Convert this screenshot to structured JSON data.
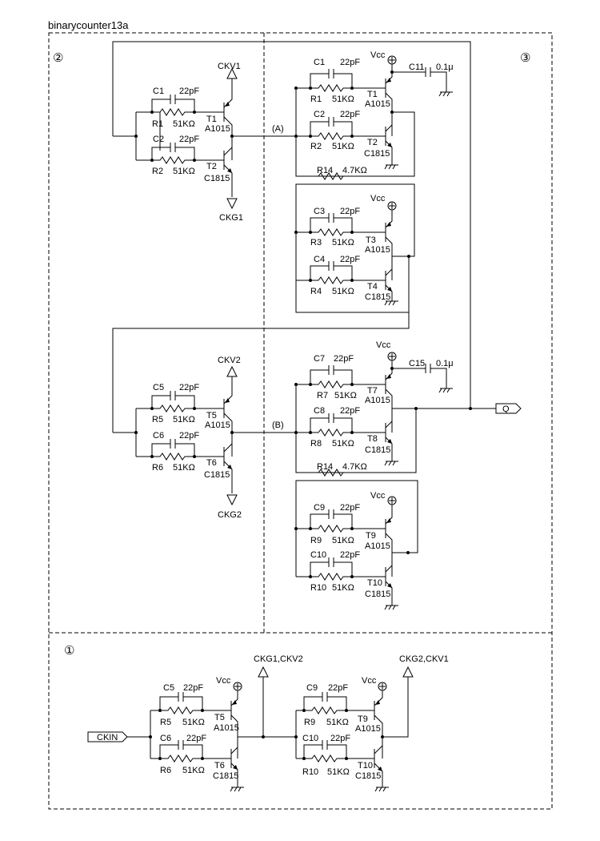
{
  "title": "binarycounter13a",
  "sections": {
    "s1": "①",
    "s2": "②",
    "s3": "③"
  },
  "nodes": {
    "a": "(A)",
    "b": "(B)"
  },
  "ports": {
    "ckv1": "CKV1",
    "ckg1": "CKG1",
    "ckv2": "CKV2",
    "ckg2": "CKG2",
    "ckin": "CKIN",
    "q": "Q_",
    "ckg1ckv2": "CKG1,CKV2",
    "ckg2ckv1": "CKG2,CKV1"
  },
  "vcc": "Vcc",
  "g2": {
    "c1": "C1",
    "c1v": "22pF",
    "r1": "R1",
    "r1v": "51KΩ",
    "c2": "C2",
    "c2v": "22pF",
    "r2": "R2",
    "r2v": "51KΩ",
    "t1": "T1",
    "t1p": "A1015",
    "t2": "T2",
    "t2p": "C1815",
    "c5": "C5",
    "c5v": "22pF",
    "r5": "R5",
    "r5v": "51KΩ",
    "c6": "C6",
    "c6v": "22pF",
    "r6": "R6",
    "r6v": "51KΩ",
    "t5": "T5",
    "t5p": "A1015",
    "t6": "T6",
    "t6p": "C1815"
  },
  "g3": {
    "c1": "C1",
    "c1v": "22pF",
    "r1": "R1",
    "r1v": "51KΩ",
    "c2": "C2",
    "c2v": "22pF",
    "r2": "R2",
    "r2v": "51KΩ",
    "t1": "T1",
    "t1p": "A1015",
    "t2": "T2",
    "t2p": "C1815",
    "c11": "C11",
    "c11v": "0.1μ",
    "r14a": "R14",
    "r14av": "4.7KΩ",
    "c3": "C3",
    "c3v": "22pF",
    "r3": "R3",
    "r3v": "51KΩ",
    "c4": "C4",
    "c4v": "22pF",
    "r4": "R4",
    "r4v": "51KΩ",
    "t3": "T3",
    "t3p": "A1015",
    "t4": "T4",
    "t4p": "C1815",
    "c7": "C7",
    "c7v": "22pF",
    "r7": "R7",
    "r7v": "51KΩ",
    "c8": "C8",
    "c8v": "22pF",
    "r8": "R8",
    "r8v": "51KΩ",
    "t7": "T7",
    "t7p": "A1015",
    "t8": "T8",
    "t8p": "C1815",
    "c15": "C15",
    "c15v": "0.1μ",
    "r14b": "R14",
    "r14bv": "4.7KΩ",
    "c9": "C9",
    "c9v": "22pF",
    "r9": "R9",
    "r9v": "51KΩ",
    "c10": "C10",
    "c10v": "22pF",
    "r10": "R10",
    "r10v": "51KΩ",
    "t9": "T9",
    "t9p": "A1015",
    "t10": "T10",
    "t10p": "C1815"
  },
  "g1": {
    "c5": "C5",
    "c5v": "22pF",
    "r5": "R5",
    "r5v": "51KΩ",
    "c6": "C6",
    "c6v": "22pF",
    "r6": "R6",
    "r6v": "51KΩ",
    "t5": "T5",
    "t5p": "A1015",
    "t6": "T6",
    "t6p": "C1815",
    "c9": "C9",
    "c9v": "22pF",
    "r9": "R9",
    "r9v": "51KΩ",
    "c10": "C10",
    "c10v": "22pF",
    "r10": "R10",
    "r10v": "51KΩ",
    "t9": "T9",
    "t9p": "A1015",
    "t10": "T10",
    "t10p": "C1815"
  }
}
